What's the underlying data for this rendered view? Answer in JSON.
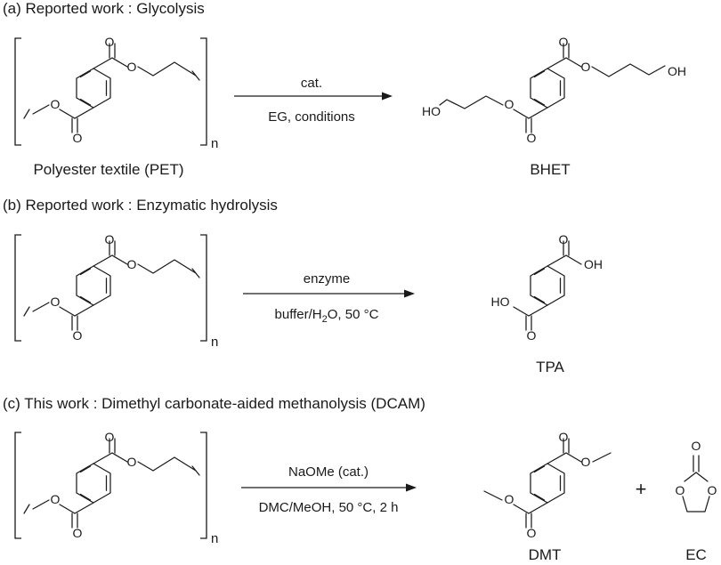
{
  "sections": {
    "a": {
      "heading": "(a) Reported work : Glycolysis",
      "reactant": {
        "label": "Polyester textile (PET)",
        "repeat_n": "n"
      },
      "conditions_top": "cat.",
      "conditions_bottom": "EG, conditions",
      "product": {
        "label": "BHET",
        "atom_ho": "HO",
        "atom_oh": "OH"
      }
    },
    "b": {
      "heading": "(b) Reported work : Enzymatic hydrolysis",
      "reactant": {
        "repeat_n": "n"
      },
      "conditions_top": "enzyme",
      "conditions_bottom": {
        "pre": "buffer/H",
        "sub": "2",
        "post": "O, 50 °C"
      },
      "product": {
        "label": "TPA",
        "atom_ho": "HO",
        "atom_oh": "OH"
      }
    },
    "c": {
      "heading": "(c) This work : Dimethyl carbonate-aided methanolysis (DCAM)",
      "reactant": {
        "repeat_n": "n"
      },
      "conditions_top": "NaOMe (cat.)",
      "conditions_bottom": "DMC/MeOH, 50 °C, 2 h",
      "product": {
        "label": "DMT"
      },
      "plus": "+",
      "byproduct": {
        "label": "EC"
      }
    }
  },
  "atoms": {
    "oxygen": "O"
  }
}
